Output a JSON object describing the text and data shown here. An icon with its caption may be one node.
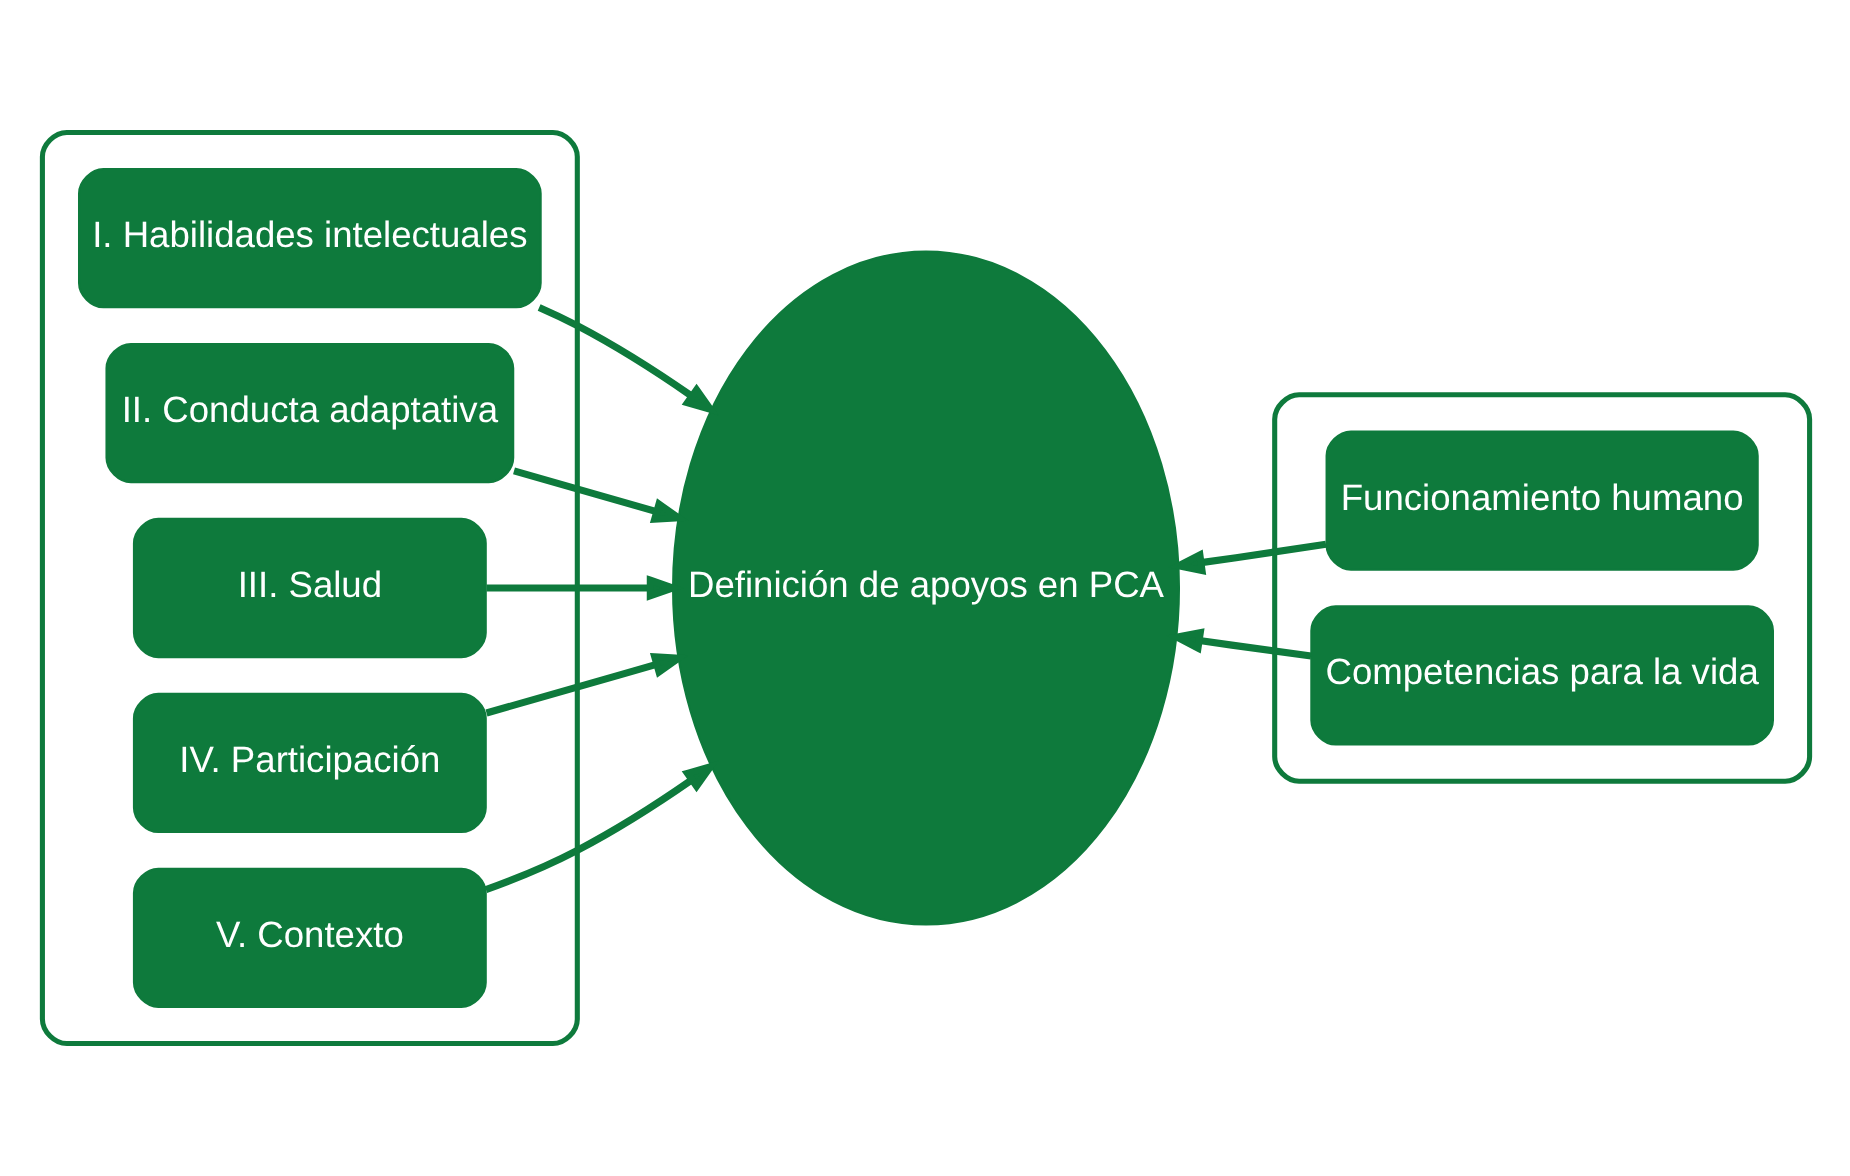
{
  "diagram": {
    "nodes": [
      {
        "text": [],
        "shape": "box"
      },
      {
        "text": [
          "I. Habilidades intelectuales"
        ],
        "in": 0
      },
      {
        "text": [
          "II. Conducta adaptativa"
        ],
        "in": 0
      },
      {
        "text": [
          "III. Salud"
        ],
        "in": 0
      },
      {
        "text": [
          "IV. Participación"
        ],
        "in": 0
      },
      {
        "text": [
          "V. Contexto"
        ],
        "in": 0
      },
      {
        "text": [
          "Definición de apoyos en PCA"
        ]
      },
      {
        "text": [],
        "shape": "box"
      },
      {
        "text": [
          "Funcionamiento humano"
        ],
        "in": 7
      },
      {
        "text": [
          "Competencias para la vida"
        ],
        "in": 7
      }
    ],
    "edges": [
      {
        "from": 1,
        "to": 6,
        "arrow": "to"
      },
      {
        "from": 2,
        "to": 6,
        "arrow": "to"
      },
      {
        "from": 3,
        "to": 6,
        "arrow": "to"
      },
      {
        "from": 4,
        "to": 6,
        "arrow": "to"
      },
      {
        "from": 5,
        "to": 6,
        "arrow": "to"
      },
      {
        "from": 8,
        "to": 6,
        "arrow": "to"
      },
      {
        "from": 9,
        "to": 6,
        "arrow": "to"
      }
    ]
  }
}
